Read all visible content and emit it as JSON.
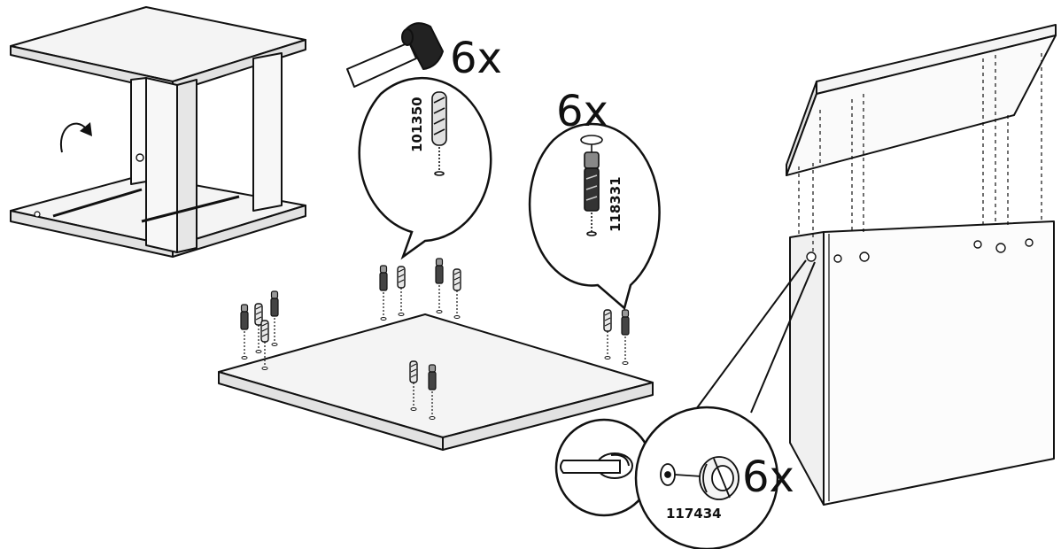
{
  "labels": {
    "qty_dowel": "6x",
    "qty_pin": "6x",
    "qty_cam": "6x",
    "part_dowel": "101350",
    "part_pin": "118331",
    "part_cam": "117434"
  },
  "icons": [
    "rotate-arrow-icon",
    "hammer-icon",
    "wood-dowel-icon",
    "cam-pin-icon",
    "cam-lock-icon",
    "screwdriver-icon"
  ],
  "colors": {
    "ink": "#111111",
    "paper": "#ffffff",
    "panel_fill": "#f4f4f4",
    "edge_fill": "#e2e2e2"
  }
}
